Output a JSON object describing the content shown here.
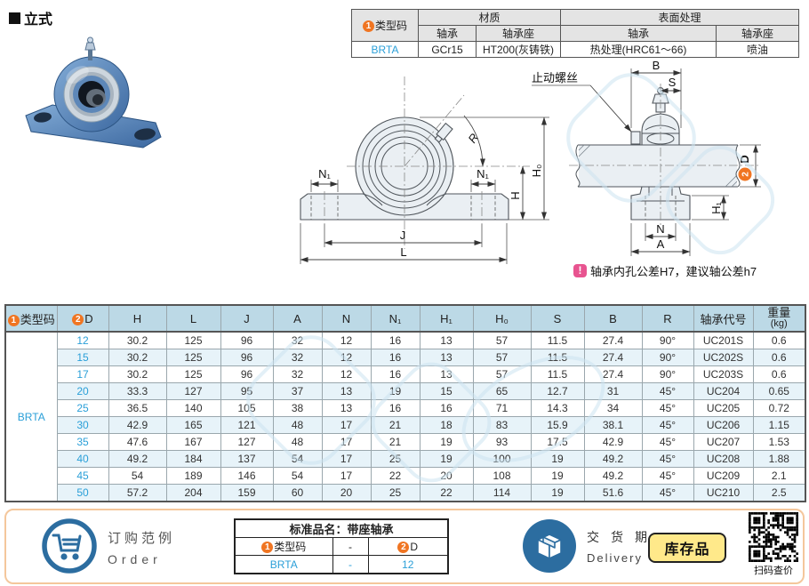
{
  "title": "立式",
  "spec_table": {
    "code_badge": "1",
    "code_label": "类型码",
    "material_label": "材质",
    "surface_label": "表面处理",
    "sub_headers": [
      "轴承",
      "轴承座",
      "轴承",
      "轴承座"
    ],
    "row": {
      "code": "BRTA",
      "bearing_material": "GCr15",
      "housing_material": "HT200(灰铸铁)",
      "bearing_surface": "热处理(HRC61～66)",
      "housing_surface": "喷油"
    }
  },
  "drawing": {
    "set_screw_label": "止动螺丝",
    "dims": {
      "n1": "N₁",
      "r": "R",
      "h": "H",
      "h0": "H₀",
      "j": "J",
      "l": "L",
      "b": "B",
      "s": "S",
      "d_badge": "2",
      "d": "D",
      "h1": "H₁",
      "n": "N",
      "a": "A"
    },
    "note_icon": "!",
    "note": "轴承内孔公差H7，建议轴公差h7"
  },
  "data_table": {
    "code_badge": "1",
    "code_label": "类型码",
    "d_badge": "2",
    "d_label": "D",
    "headers": [
      "H",
      "L",
      "J",
      "A",
      "N",
      "N₁",
      "H₁",
      "H₀",
      "S",
      "B",
      "R",
      "轴承代号"
    ],
    "weight_label": "重量",
    "weight_unit": "(kg)",
    "type_code": "BRTA",
    "rows": [
      {
        "d": "12",
        "values": [
          "30.2",
          "125",
          "96",
          "32",
          "12",
          "16",
          "13",
          "57",
          "11.5",
          "27.4",
          "90°",
          "UC201S",
          "0.6"
        ]
      },
      {
        "d": "15",
        "values": [
          "30.2",
          "125",
          "96",
          "32",
          "12",
          "16",
          "13",
          "57",
          "11.5",
          "27.4",
          "90°",
          "UC202S",
          "0.6"
        ]
      },
      {
        "d": "17",
        "values": [
          "30.2",
          "125",
          "96",
          "32",
          "12",
          "16",
          "13",
          "57",
          "11.5",
          "27.4",
          "90°",
          "UC203S",
          "0.6"
        ]
      },
      {
        "d": "20",
        "values": [
          "33.3",
          "127",
          "95",
          "37",
          "13",
          "19",
          "15",
          "65",
          "12.7",
          "31",
          "45°",
          "UC204",
          "0.65"
        ]
      },
      {
        "d": "25",
        "values": [
          "36.5",
          "140",
          "105",
          "38",
          "13",
          "16",
          "16",
          "71",
          "14.3",
          "34",
          "45°",
          "UC205",
          "0.72"
        ]
      },
      {
        "d": "30",
        "values": [
          "42.9",
          "165",
          "121",
          "48",
          "17",
          "21",
          "18",
          "83",
          "15.9",
          "38.1",
          "45°",
          "UC206",
          "1.15"
        ]
      },
      {
        "d": "35",
        "values": [
          "47.6",
          "167",
          "127",
          "48",
          "17",
          "21",
          "19",
          "93",
          "17.5",
          "42.9",
          "45°",
          "UC207",
          "1.53"
        ]
      },
      {
        "d": "40",
        "values": [
          "49.2",
          "184",
          "137",
          "54",
          "17",
          "25",
          "19",
          "100",
          "19",
          "49.2",
          "45°",
          "UC208",
          "1.88"
        ]
      },
      {
        "d": "45",
        "values": [
          "54",
          "189",
          "146",
          "54",
          "17",
          "22",
          "20",
          "108",
          "19",
          "49.2",
          "45°",
          "UC209",
          "2.1"
        ]
      },
      {
        "d": "50",
        "values": [
          "57.2",
          "204",
          "159",
          "60",
          "20",
          "25",
          "22",
          "114",
          "19",
          "51.6",
          "45°",
          "UC210",
          "2.5"
        ]
      }
    ]
  },
  "footer": {
    "order_cn": "订购范例",
    "order_en": "Order",
    "standard_name": "标准品名：带座轴承",
    "order_table": {
      "code_badge": "1",
      "code_label": "类型码",
      "dash1": "-",
      "d_badge": "2",
      "d_label": "D",
      "code_value": "BRTA",
      "dash2": "-",
      "d_value": "12"
    },
    "delivery_cn": "交货期",
    "delivery_en": "Delivery",
    "stock_label": "库存品",
    "qr_caption": "扫码查价"
  },
  "colors": {
    "accent_orange": "#f07522",
    "link_blue": "#2a9fd8",
    "icon_blue": "#2c6da0",
    "note_pink": "#e85490",
    "stock_yellow": "#ffe98a",
    "footer_border": "#f4c79c",
    "table_header_blue": "#bcd9e6",
    "row_alt_blue": "#e7f3f9"
  }
}
